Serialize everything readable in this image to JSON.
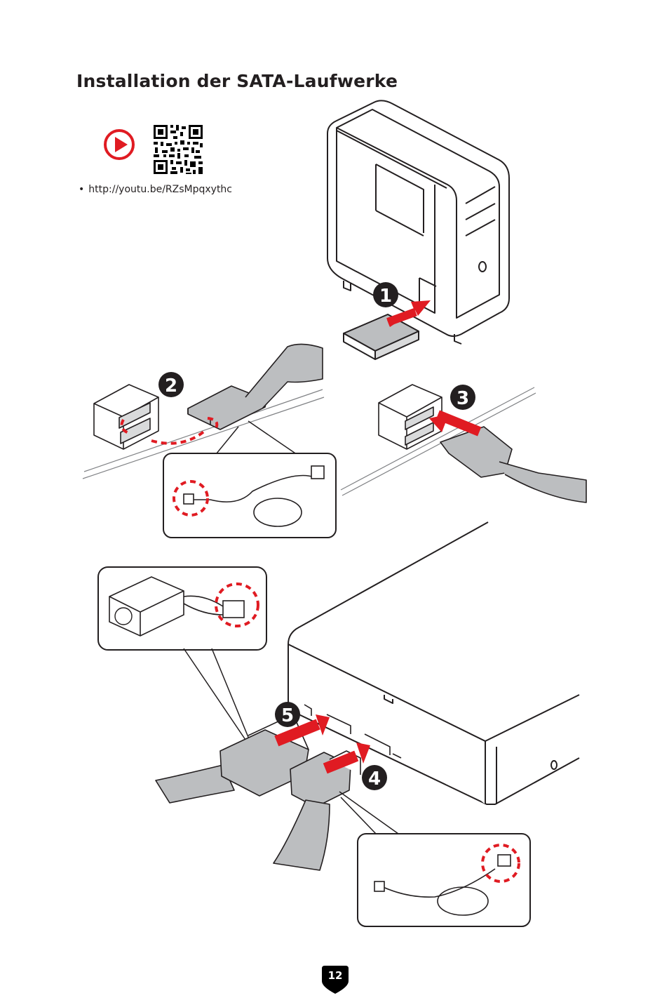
{
  "page": {
    "title": "Installation der SATA-Laufwerke",
    "video_link": "http://youtu.be/RZsMpqxythc",
    "page_number": "12"
  },
  "steps": [
    {
      "number": "1"
    },
    {
      "number": "2"
    },
    {
      "number": "3"
    },
    {
      "number": "4"
    },
    {
      "number": "5"
    }
  ],
  "icons": {
    "play": "play-icon",
    "qr": "qr-code",
    "page_badge": "shield-badge"
  },
  "colors": {
    "accent_red": "#e01b22",
    "line_dark": "#231f20",
    "cable_gray": "#bcbec0",
    "badge_black": "#000000"
  }
}
